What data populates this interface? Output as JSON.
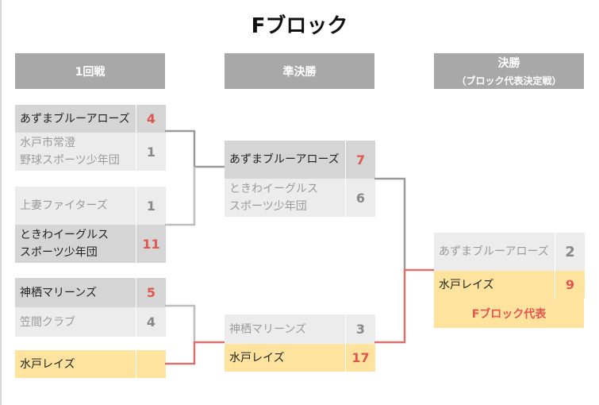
{
  "title": "Fブロック",
  "headers": {
    "round1": "1回戦",
    "semi": "準決勝",
    "final": "決勝",
    "final_sub": "（ブロック代表決定戦）"
  },
  "round1": [
    {
      "team": "あずまブルーアローズ",
      "score": "4",
      "result": "win"
    },
    {
      "team": "水戸市常澄\n野球スポーツ少年団",
      "score": "1",
      "result": "lose"
    },
    {
      "team": "上妻ファイターズ",
      "score": "1",
      "result": "lose"
    },
    {
      "team": "ときわイーグルス\nスポーツ少年団",
      "score": "11",
      "result": "win"
    },
    {
      "team": "神栖マリーンズ",
      "score": "5",
      "result": "win"
    },
    {
      "team": "笠間クラブ",
      "score": "4",
      "result": "lose"
    },
    {
      "team": "水戸レイズ",
      "score": "",
      "result": "seed"
    }
  ],
  "semi": [
    {
      "team": "あずまブルーアローズ",
      "score": "7",
      "result": "win"
    },
    {
      "team": "ときわイーグルス\nスポーツ少年団",
      "score": "6",
      "result": "lose"
    },
    {
      "team": "神栖マリーンズ",
      "score": "3",
      "result": "lose"
    },
    {
      "team": "水戸レイズ",
      "score": "17",
      "result": "win"
    }
  ],
  "final": [
    {
      "team": "あずまブルーアローズ",
      "score": "2",
      "result": "lose"
    },
    {
      "team": "水戸レイズ",
      "score": "9",
      "result": "win"
    }
  ],
  "representative": "Fブロック代表",
  "colors": {
    "header_bg": "#a8a8a8",
    "row_gray": "#d5d5d5",
    "row_light": "#ececec",
    "row_gold": "#fde39d",
    "win_score": "#e0574f",
    "line_gray": "#9a9a9a",
    "line_red": "#d9716c"
  }
}
